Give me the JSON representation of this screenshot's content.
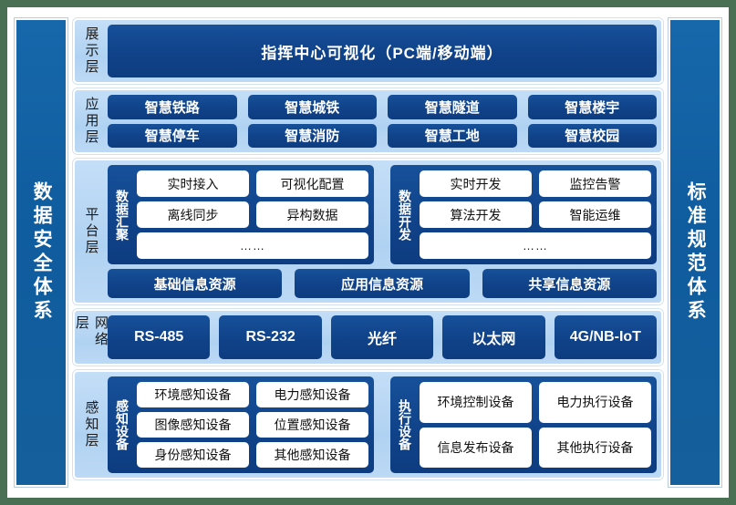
{
  "sidebars": {
    "left": "数据安全体系",
    "right": "标准规范体系"
  },
  "layers": {
    "presentation": {
      "label": "展示层",
      "item": "指挥中心可视化（PC端/移动端）"
    },
    "application": {
      "label": "应用层",
      "row1": [
        "智慧铁路",
        "智慧城铁",
        "智慧隧道",
        "智慧楼宇"
      ],
      "row2": [
        "智慧停车",
        "智慧消防",
        "智慧工地",
        "智慧校园"
      ]
    },
    "platform": {
      "label": "平台层",
      "groups": [
        {
          "title": "数据汇聚",
          "row1": [
            "实时接入",
            "可视化配置"
          ],
          "row2": [
            "离线同步",
            "异构数据"
          ],
          "row3": "……"
        },
        {
          "title": "数据开发",
          "row1": [
            "实时开发",
            "监控告警"
          ],
          "row2": [
            "算法开发",
            "智能运维"
          ],
          "row3": "……"
        }
      ],
      "resources": [
        "基础信息资源",
        "应用信息资源",
        "共享信息资源"
      ]
    },
    "network": {
      "label": "网络层",
      "items": [
        "RS-485",
        "RS-232",
        "光纤",
        "以太网",
        "4G/NB-IoT"
      ]
    },
    "perception": {
      "label": "感知层",
      "groups": [
        {
          "title": "感知设备",
          "row1": [
            "环境感知设备",
            "电力感知设备"
          ],
          "row2": [
            "图像感知设备",
            "位置感知设备"
          ],
          "row3": [
            "身份感知设备",
            "其他感知设备"
          ]
        },
        {
          "title": "执行设备",
          "row1": [
            "环境控制设备",
            "电力执行设备"
          ],
          "row2": [
            "信息发布设备",
            "其他执行设备"
          ]
        }
      ]
    }
  },
  "colors": {
    "outer_border": "#4a7054",
    "canvas": "#ffffff",
    "pillar_blue": "#0f5c9e",
    "panel_light_blue": "#b6d4f3",
    "chip_dark_blue": "#10438a",
    "pill_white": "#ffffff"
  }
}
